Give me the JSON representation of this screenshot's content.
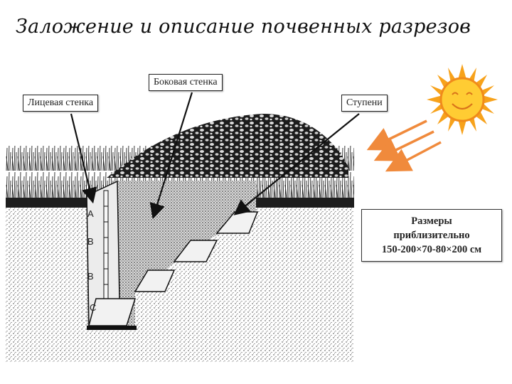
{
  "title": "Заложение и описание почвенных разрезов",
  "labels": {
    "side_wall": "Боковая стенка",
    "front_wall": "Лицевая стенка",
    "steps": "Ступени"
  },
  "dimensions": {
    "line1": "Размеры",
    "line2": "приблизительно",
    "line3": "150-200×70-80×200 см"
  },
  "horizons": {
    "a": "А",
    "b1": "В",
    "b2": "В",
    "c": "С"
  },
  "colors": {
    "sun_fill": "#f7a21b",
    "sun_core": "#ffcc33",
    "ray_arrow": "#f08a3c",
    "soil": "#2a2a2a"
  },
  "icons": {
    "sun": "smiling-sun-icon"
  }
}
